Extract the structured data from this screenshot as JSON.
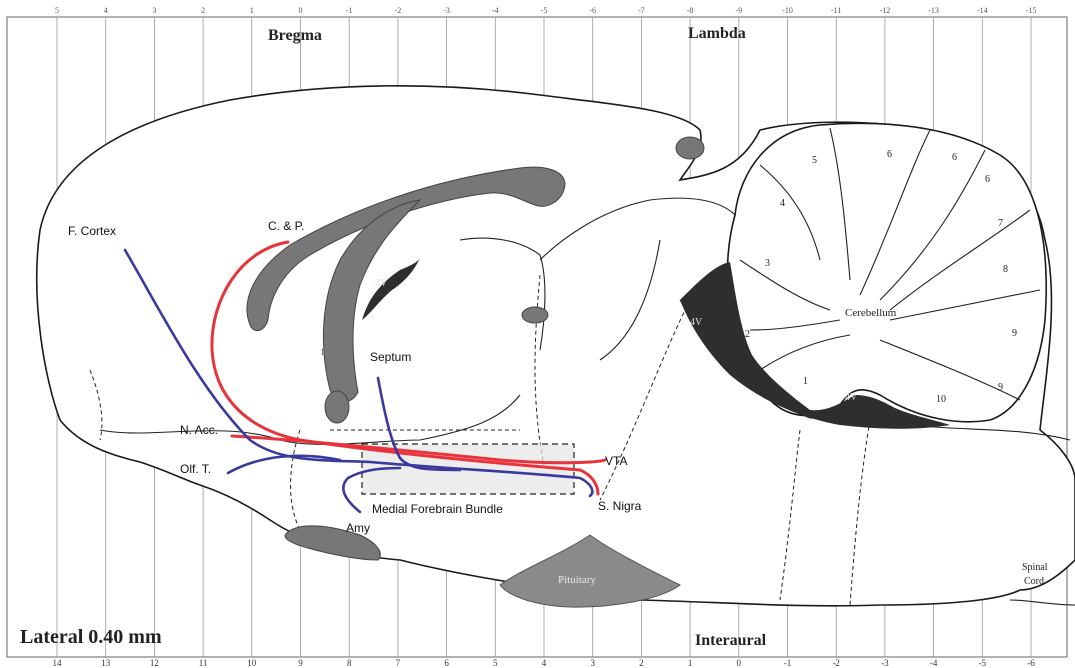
{
  "top_ticks": [
    "5",
    "4",
    "3",
    "2",
    "1",
    "0",
    "-1",
    "-2",
    "-3",
    "-4",
    "-5",
    "-6",
    "-7",
    "-8",
    "-9",
    "-10",
    "-11",
    "-12",
    "-13",
    "-14",
    "-15"
  ],
  "bottom_ticks": [
    "14",
    "13",
    "12",
    "11",
    "10",
    "9",
    "8",
    "7",
    "6",
    "5",
    "4",
    "3",
    "2",
    "1",
    "0",
    "-1",
    "-2",
    "-3",
    "-4",
    "-5",
    "-6"
  ],
  "landmarks": {
    "bregma": "Bregma",
    "lambda": "Lambda",
    "interaural": "Interaural",
    "lateral": "Lateral 0.40 mm"
  },
  "regions": {
    "f_cortex": "F. Cortex",
    "cp": "C. & P.",
    "septum": "Septum",
    "n_acc": "N. Acc.",
    "olf_t": "Olf. T.",
    "amy": "Amy",
    "vta": "VTA",
    "s_nigra": "S. Nigra",
    "mfb": "Medial Forebrain Bundle",
    "pituitary": "Pituitary",
    "cerebellum": "Cerebellum",
    "spinal_cord_1": "Spinal",
    "spinal_cord_2": "Cord",
    "v3": "3V",
    "v4a": "4V",
    "v4b": "4V",
    "small_1": "1"
  },
  "lobules": [
    "5",
    "6",
    "6",
    "6",
    "4",
    "7",
    "3",
    "8",
    "2",
    "9",
    "1",
    "10",
    "9"
  ],
  "colors": {
    "dopamine_pathway": "#e8333b",
    "other_pathway": "#3a3a9e",
    "ventricle": "#2e2e2e",
    "grey_structure": "#777777"
  }
}
